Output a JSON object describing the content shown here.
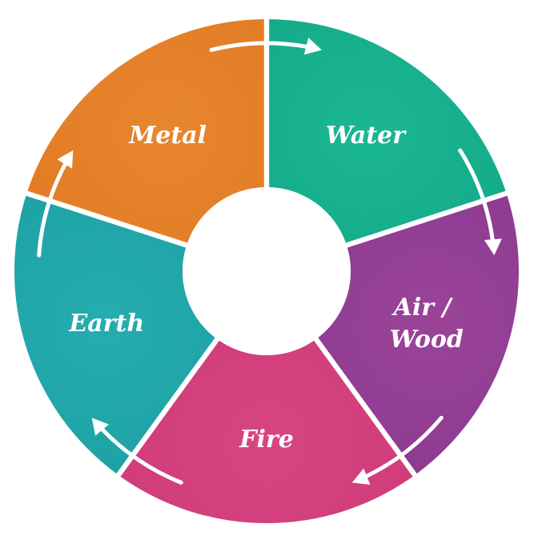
{
  "diagram": {
    "segments": [
      {
        "id": "water",
        "lines": [
          "Water"
        ],
        "color": "#13a887",
        "color_light": "#1bb795"
      },
      {
        "id": "air-wood",
        "lines": [
          "Air /",
          "Wood"
        ],
        "color": "#8a3a8f",
        "color_light": "#9a4399"
      },
      {
        "id": "fire",
        "lines": [
          "Fire"
        ],
        "color": "#cf3a78",
        "color_light": "#d84583"
      },
      {
        "id": "earth",
        "lines": [
          "Earth"
        ],
        "color": "#1c9fa3",
        "color_light": "#26adb0"
      },
      {
        "id": "metal",
        "lines": [
          "Metal"
        ],
        "color": "#e07a23",
        "color_light": "#e8862e"
      }
    ],
    "arrow_color": "#ffffff",
    "center_color": "#ffffff"
  }
}
